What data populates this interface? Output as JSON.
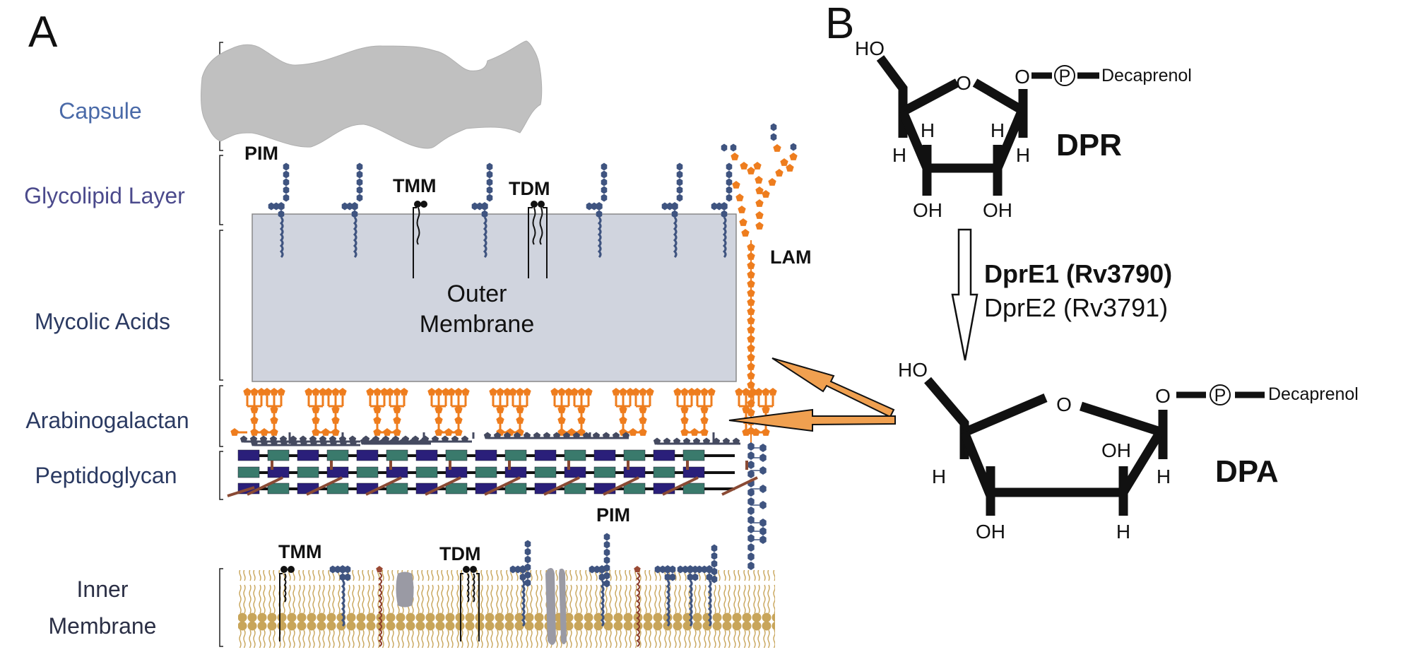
{
  "panel_a": {
    "letter": "A",
    "layers": [
      {
        "label": "Capsule",
        "color": "#4a6aa8"
      },
      {
        "label": "Glycolipid Layer",
        "color": "#4b4a8c"
      },
      {
        "label": "Mycolic Acids",
        "color": "#2b3a62"
      },
      {
        "label": "Arabinogalactan",
        "color": "#2b3a62"
      },
      {
        "label": "Peptidoglycan",
        "color": "#2b3a62"
      },
      {
        "label": "Inner",
        "color": "#2b2f45"
      },
      {
        "label": "Membrane",
        "color": "#2b2f45"
      }
    ],
    "outer_membrane_line1": "Outer",
    "outer_membrane_line2": "Membrane",
    "molecule_labels": {
      "pim_top": "PIM",
      "tmm_top": "TMM",
      "tdm_top": "TDM",
      "lam": "LAM",
      "pim_bottom": "PIM",
      "tmm_bottom": "TMM",
      "tdm_bottom": "TDM"
    },
    "colors": {
      "capsule": "#c0c0c0",
      "outer_membrane": "#d0d4de",
      "arabinan": "#ee7d1e",
      "sugar_chain": "#3f5480",
      "galactan": "#454a60",
      "peptidoglycan_a": "#2a1f7a",
      "peptidoglycan_b": "#3a7a6c",
      "peptide_link": "#8a4a34",
      "lipid": "#c8a55a",
      "protein": "#9a9aa4"
    }
  },
  "panel_b": {
    "letter": "B",
    "dpr": {
      "name": "DPR",
      "ho": "HO",
      "ring_o": "O",
      "o_link": "O",
      "phosphate": "P",
      "tail": "Decaprenol",
      "h_c4": "H",
      "h_c3_up": "H",
      "h_c2_up": "H",
      "h_c1": "H",
      "oh_c3": "OH",
      "oh_c2": "OH"
    },
    "enzyme1": "DprE1 (Rv3790)",
    "enzyme2": "DprE2 (Rv3791)",
    "dpa": {
      "name": "DPA",
      "ho": "HO",
      "ring_o": "O",
      "o_link": "O",
      "phosphate": "P",
      "tail": "Decaprenol",
      "h_c4": "H",
      "h_c3_up": "H",
      "oh_c2_up": "OH",
      "h_c1": "H",
      "oh_c3": "OH",
      "h_c2": "H"
    },
    "arrow_color": "#f0a050"
  }
}
